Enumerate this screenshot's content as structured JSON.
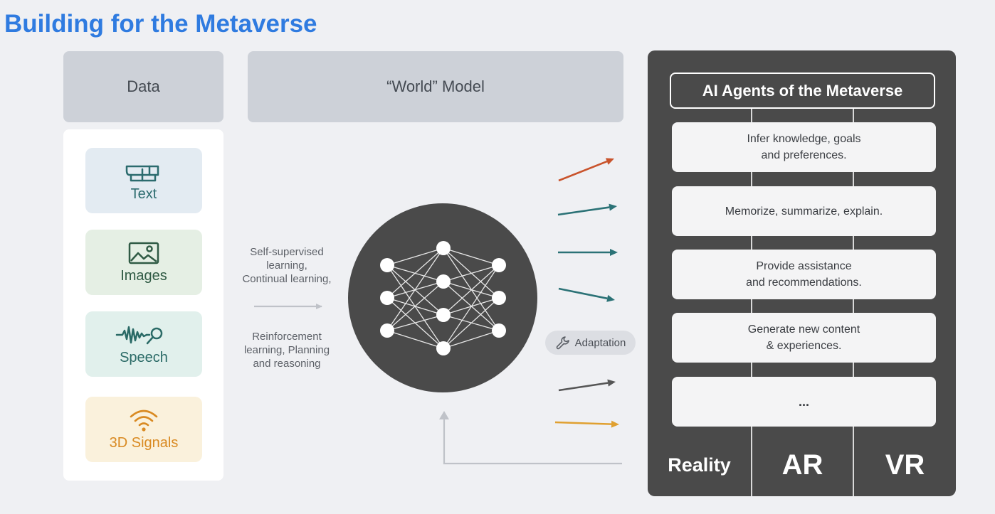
{
  "title": "Building for the Metaverse",
  "data_header": "Data",
  "world_model_header": "“World” Model",
  "data_items": [
    {
      "label": "Text",
      "icon": "book-icon",
      "color": "#2b6b6e",
      "bg": "#e3ebf2"
    },
    {
      "label": "Images",
      "icon": "image-icon",
      "color": "#2f5a44",
      "bg": "#e5efe4"
    },
    {
      "label": "Speech",
      "icon": "sound-wave-icon",
      "color": "#2a6a66",
      "bg": "#e1f0ec"
    },
    {
      "label": "3D Signals",
      "icon": "wifi-signal-icon",
      "color": "#d98a22",
      "bg": "#faf1dc"
    }
  ],
  "learning_notes": {
    "top": [
      "Self-supervised",
      "learning,",
      "Continual learning,"
    ],
    "bottom": [
      "Reinforcement",
      "learning, Planning",
      "and reasoning"
    ]
  },
  "adaptation_label": "Adaptation",
  "agents_title": "AI Agents of the Metaverse",
  "agent_capabilities": [
    [
      "Infer knowledge, goals",
      "and preferences."
    ],
    [
      "Memorize, summarize, explain."
    ],
    [
      "Provide assistance",
      "and recommendations."
    ],
    [
      "Generate new content",
      "& experiences."
    ],
    [
      "..."
    ]
  ],
  "realms": [
    "Reality",
    "AR",
    "VR"
  ],
  "arrow_colors": [
    "#c9532b",
    "#2b7276",
    "#2b7276",
    "#2b7276",
    "#555555",
    "#e0a030"
  ],
  "colors": {
    "title": "#2f7be0",
    "network_bg": "#4a4a4a",
    "agents_panel": "#4a4a4a"
  }
}
